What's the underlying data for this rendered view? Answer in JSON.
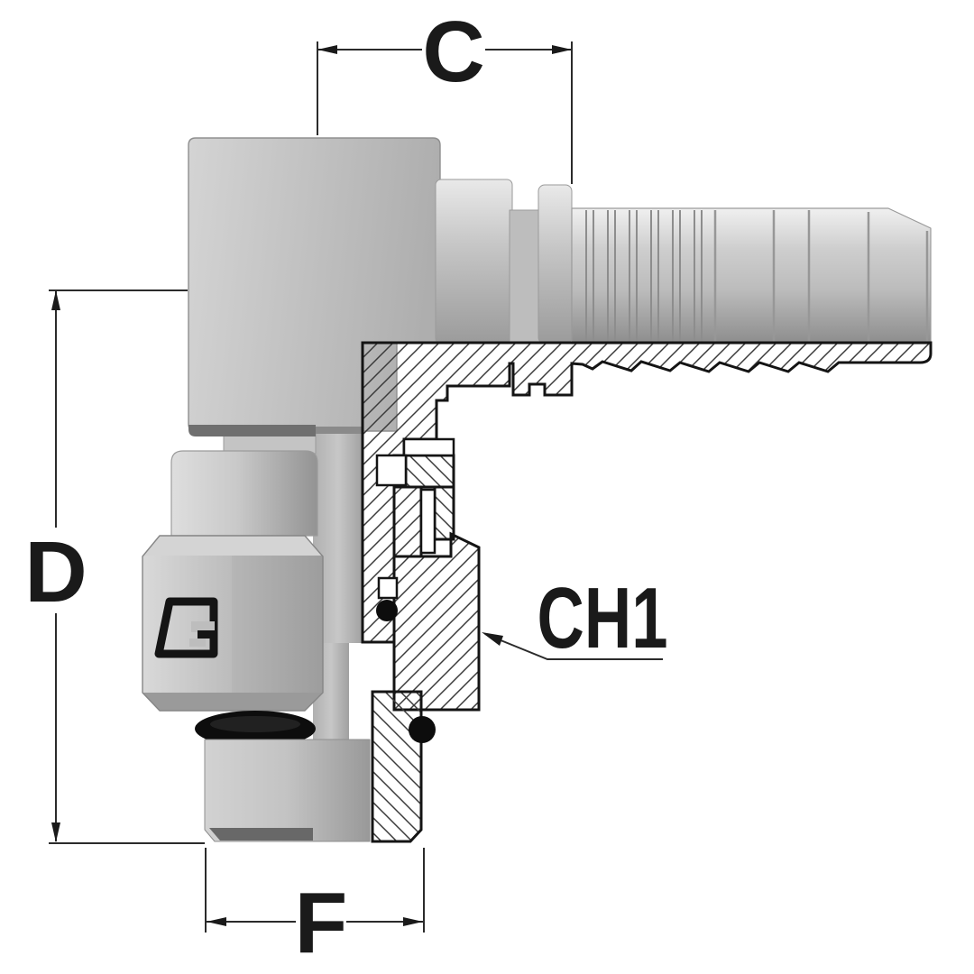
{
  "title": "90-degree elbow hydraulic hose fitting - sectioned technical drawing",
  "labels": {
    "c": "C",
    "d": "D",
    "f": "F",
    "ch1": "CH1"
  },
  "logo_mark": "manufacturer-logo-G",
  "colors": {
    "background": "#ffffff",
    "metal_mid": "#bfbfbf",
    "metal_light": "#ebebeb",
    "metal_dark": "#7a7a7a",
    "section_outline": "#141414",
    "hatch_line": "#3a3a3a",
    "o_ring": "#0d0d0d",
    "dimension_line": "#2b2b2b",
    "label_text": "#1a1a1a"
  }
}
